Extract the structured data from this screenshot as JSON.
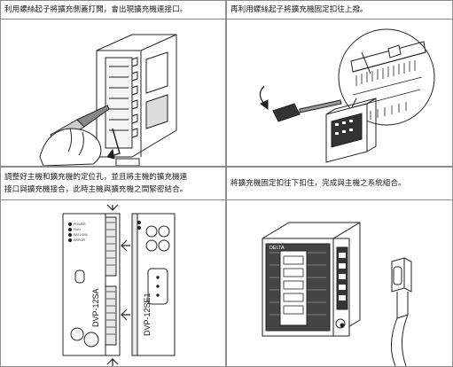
{
  "steps": [
    {
      "caption": "利用螺絲起子將擴充側蓋打開，會出現擴充機連接口。"
    },
    {
      "caption": "再利用螺絲起子將擴充機固定扣往上撥。"
    },
    {
      "caption_line1": "調整好主機和擴充機的定位孔，並且將主機的擴充機連",
      "caption_line2": "接口與擴充機接合，此時主機與擴充機之間緊密結合。"
    },
    {
      "caption": "將擴充機固定扣往下扣住，完成與主機之系統組合。"
    }
  ],
  "labels": {
    "main_model": "DVP-12SA",
    "ext_model": "DVP-12SE1",
    "ext_brand": "DELTA"
  },
  "led_labels": [
    "POWER",
    "RUN",
    "BAT.LOW",
    "ERROR"
  ]
}
